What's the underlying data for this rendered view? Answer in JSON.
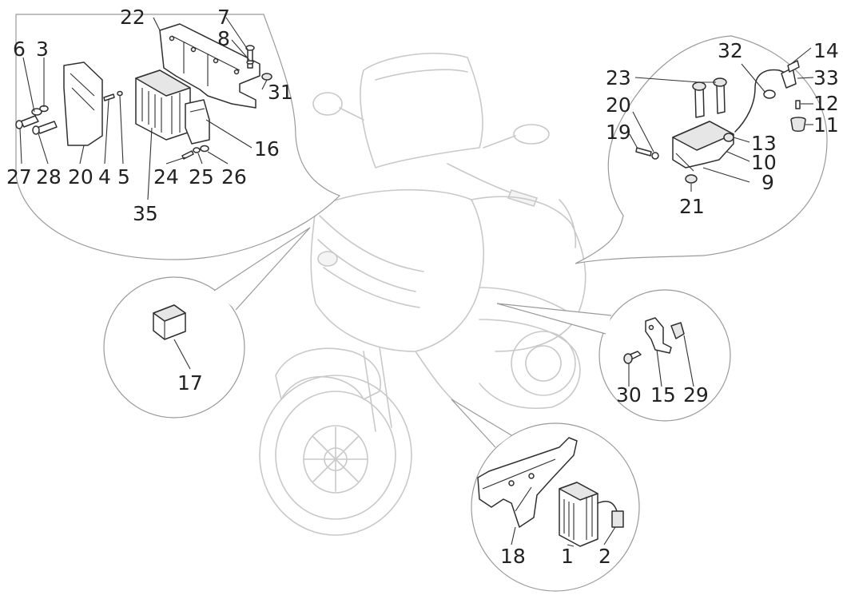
{
  "callouts": [
    {
      "key": "c22",
      "label": "22"
    },
    {
      "key": "c7",
      "label": "7"
    },
    {
      "key": "c8",
      "label": "8"
    },
    {
      "key": "c6",
      "label": "6"
    },
    {
      "key": "c3",
      "label": "3"
    },
    {
      "key": "c31",
      "label": "31"
    },
    {
      "key": "c16",
      "label": "16"
    },
    {
      "key": "c27",
      "label": "27"
    },
    {
      "key": "c28",
      "label": "28"
    },
    {
      "key": "c20a",
      "label": "20"
    },
    {
      "key": "c4",
      "label": "4"
    },
    {
      "key": "c5",
      "label": "5"
    },
    {
      "key": "c24",
      "label": "24"
    },
    {
      "key": "c25",
      "label": "25"
    },
    {
      "key": "c26",
      "label": "26"
    },
    {
      "key": "c35",
      "label": "35"
    },
    {
      "key": "c32",
      "label": "32"
    },
    {
      "key": "c14",
      "label": "14"
    },
    {
      "key": "c23",
      "label": "23"
    },
    {
      "key": "c33",
      "label": "33"
    },
    {
      "key": "c20b",
      "label": "20"
    },
    {
      "key": "c12",
      "label": "12"
    },
    {
      "key": "c19",
      "label": "19"
    },
    {
      "key": "c11",
      "label": "11"
    },
    {
      "key": "c13",
      "label": "13"
    },
    {
      "key": "c10",
      "label": "10"
    },
    {
      "key": "c9",
      "label": "9"
    },
    {
      "key": "c21",
      "label": "21"
    },
    {
      "key": "c17",
      "label": "17"
    },
    {
      "key": "c30",
      "label": "30"
    },
    {
      "key": "c15",
      "label": "15"
    },
    {
      "key": "c29",
      "label": "29"
    },
    {
      "key": "c18",
      "label": "18"
    },
    {
      "key": "c1",
      "label": "1"
    },
    {
      "key": "c2",
      "label": "2"
    }
  ]
}
